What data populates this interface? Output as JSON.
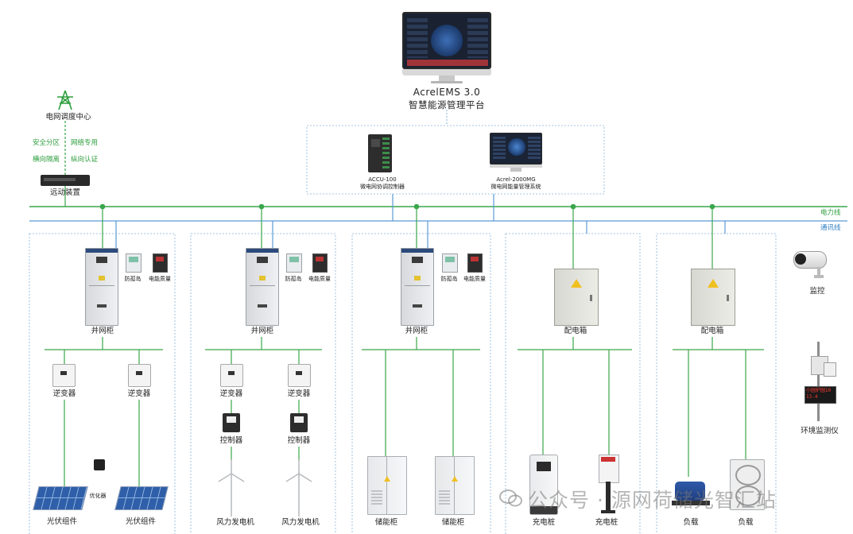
{
  "platform": {
    "name": "AcrelEMS 3.0",
    "subtitle": "智慧能源管理平台"
  },
  "dispatch": {
    "center": "电网调度中心",
    "tags": [
      "安全分区",
      "网络专用",
      "横向隔离",
      "纵向认证"
    ],
    "remote_device": "远动装置"
  },
  "controllers": [
    {
      "model": "ACCU-100",
      "desc": "微电网协调控制器"
    },
    {
      "model": "Acrel-2000MG",
      "desc": "微电网能量管理系统"
    }
  ],
  "lines": {
    "power": "电力线",
    "comm": "通讯线"
  },
  "colors": {
    "power_line": "#3aa64a",
    "comm_line": "#5b9bd5",
    "dashed_box": "#86b4da"
  },
  "cabinet": {
    "name": "并网柜",
    "anti_island": "防孤岛",
    "power_quality": "电能质量"
  },
  "distribution_box": "配电箱",
  "pv_section": {
    "inverter": "逆变器",
    "optimizer": "优化器",
    "module": "光伏组件"
  },
  "wind_section": {
    "inverter": "逆变器",
    "controller": "控制器",
    "turbine": "风力发电机"
  },
  "storage_section": {
    "cabinet": "储能柜"
  },
  "charging_section": {
    "pile": "充电桩"
  },
  "load_section": {
    "load": "负载"
  },
  "monitoring": {
    "camera": "监控",
    "env_monitor": "环境监测仪",
    "env_display": "小园护园10\n13.4"
  },
  "watermark": "公众号 · 源网荷储光智汇站"
}
